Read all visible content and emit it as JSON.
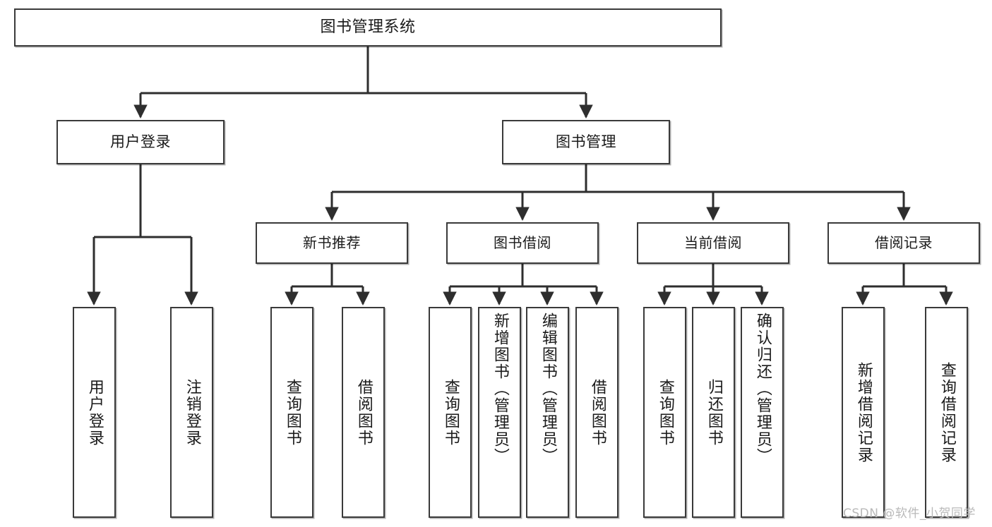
{
  "diagram": {
    "title": "图书管理系统",
    "type": "hierarchy-tree",
    "watermark": "CSDN @软件_小贺同学",
    "colors": {
      "box_border": "#3a3a3a",
      "box_fill": "#ffffff",
      "connector": "#2e2e2e",
      "text": "#1a1a1a",
      "watermark": "#b9b9b9",
      "background": "#ffffff"
    },
    "levels": {
      "level1": [
        "图书管理系统"
      ],
      "level2": [
        "用户登录",
        "图书管理"
      ],
      "level3": [
        "新书推荐",
        "图书借阅",
        "当前借阅",
        "借阅记录"
      ],
      "level4": [
        "用户登录",
        "注销登录",
        "查询图书",
        "借阅图书",
        "查询图书",
        "新增图书（管理员）",
        "编辑图书（管理员）",
        "借阅图书",
        "查询图书",
        "归还图书",
        "确认归还（管理员）",
        "新增借阅记录",
        "查询借阅记录"
      ]
    },
    "root": {
      "label": "图书管理系统"
    },
    "branches": [
      {
        "label": "用户登录",
        "children": [
          {
            "label": "用户登录"
          },
          {
            "label": "注销登录"
          }
        ]
      },
      {
        "label": "图书管理",
        "children": [
          {
            "label": "新书推荐",
            "children": [
              {
                "label": "查询图书"
              },
              {
                "label": "借阅图书"
              }
            ]
          },
          {
            "label": "图书借阅",
            "children": [
              {
                "label": "查询图书"
              },
              {
                "label": "新增图书（管理员）"
              },
              {
                "label": "编辑图书（管理员）"
              },
              {
                "label": "借阅图书"
              }
            ]
          },
          {
            "label": "当前借阅",
            "children": [
              {
                "label": "查询图书"
              },
              {
                "label": "归还图书"
              },
              {
                "label": "确认归还（管理员）"
              }
            ]
          },
          {
            "label": "借阅记录",
            "children": [
              {
                "label": "新增借阅记录"
              },
              {
                "label": "查询借阅记录"
              }
            ]
          }
        ]
      }
    ]
  }
}
